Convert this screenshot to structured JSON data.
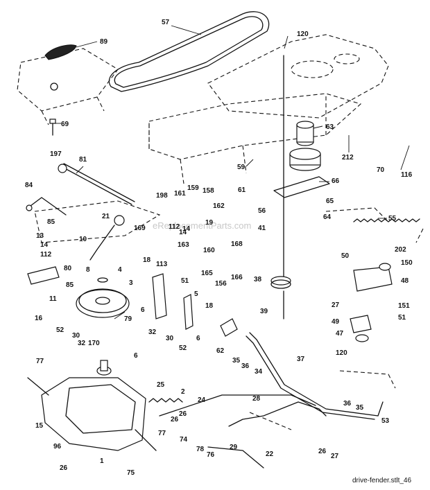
{
  "diagram": {
    "watermark": "eReplacementParts.com",
    "caption": "drive-fender.stlt_46",
    "callouts": [
      "57",
      "120",
      "89",
      "69",
      "63",
      "212",
      "70",
      "116",
      "197",
      "81",
      "59",
      "66",
      "61",
      "84",
      "198",
      "161",
      "159",
      "158",
      "162",
      "56",
      "65",
      "64",
      "21",
      "169",
      "112",
      "14",
      "55",
      "85",
      "13",
      "14",
      "112",
      "80",
      "85",
      "11",
      "163",
      "41",
      "168",
      "165",
      "156",
      "166",
      "10",
      "8",
      "4",
      "3",
      "18",
      "113",
      "51",
      "18",
      "5",
      "6",
      "6",
      "50",
      "202",
      "150",
      "48",
      "38",
      "39",
      "27",
      "151",
      "49",
      "51",
      "47",
      "120",
      "16",
      "52",
      "30",
      "32",
      "79",
      "170",
      "32",
      "30",
      "52",
      "6",
      "77",
      "25",
      "24",
      "26",
      "26",
      "2",
      "62",
      "35",
      "36",
      "37",
      "34",
      "36",
      "35",
      "53",
      "28",
      "29",
      "22",
      "26",
      "27",
      "15",
      "77",
      "74",
      "78",
      "76",
      "75",
      "96",
      "26",
      "1",
      "19",
      "14",
      "160"
    ]
  }
}
